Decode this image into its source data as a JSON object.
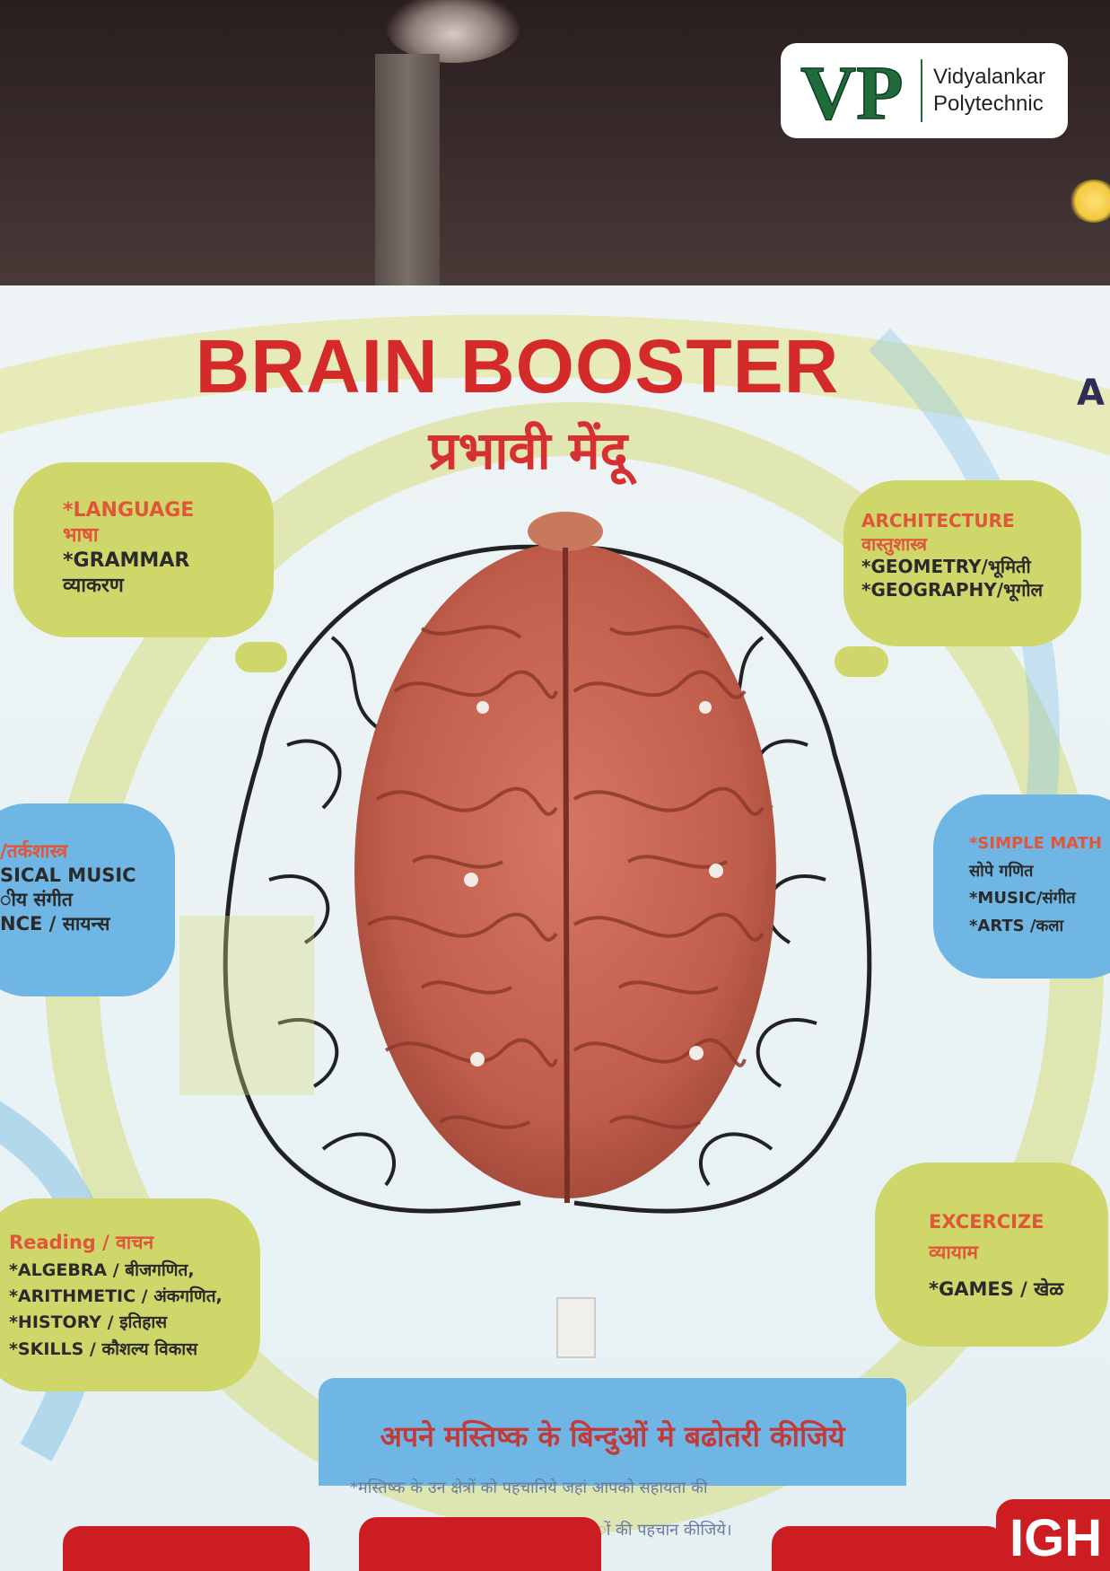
{
  "logo": {
    "initials": "VP",
    "line1": "Vidyalankar",
    "line2": "Polytechnic"
  },
  "poster": {
    "title": "BRAIN BOOSTER",
    "subtitle": "प्रभावी मेंदू",
    "right_edge_text": "A",
    "clouds": {
      "top_left": {
        "l1": "*LANGUAGE",
        "l2": "भाषा",
        "l3": "*GRAMMAR",
        "l4": "व्याकरण"
      },
      "top_right": {
        "l1": "ARCHITECTURE",
        "l2": "वास्तुशास्त्र",
        "l3": "*GEOMETRY/भूमिती",
        "l4": "*GEOGRAPHY/भूगोल"
      },
      "mid_left": {
        "l1": "/तर्कशास्त्र",
        "l2": "SICAL MUSIC",
        "l3": "ीय संगीत",
        "l4": "NCE / सायन्स"
      },
      "mid_right": {
        "l1": "*SIMPLE MATH",
        "l2": "सोपे गणित",
        "l3": "*MUSIC/संगीत",
        "l4": "*ARTS /कला"
      },
      "bottom_left": {
        "l1": "Reading / वाचन",
        "l2": "*ALGEBRA / बीजगणित,",
        "l3": "*ARITHMETIC / अंकगणित,",
        "l4": "*HISTORY / इतिहास",
        "l5": "*SKILLS / कौशल्य विकास"
      },
      "bottom_right": {
        "l1": "EXCERCIZE",
        "l2": "व्यायाम",
        "l3": "*GAMES / खेळ"
      }
    },
    "bottom_banner": {
      "main": "अपने मस्तिष्क के बिन्दुओं मे बढोतरी कीजिये",
      "sub1": "*मस्तिष्क के उन क्षेत्रों को पहचानिये जहां आपको सहायता की",
      "sub2": "ों की पहचान कीजिये।"
    },
    "corner_text": "IGH"
  },
  "colors": {
    "title_red": "#d52a2a",
    "cloud_yellow": "#cfd66a",
    "cloud_blue": "#6fb6e4",
    "brain": "#c4604f",
    "logo_green": "#1f6b3a"
  }
}
